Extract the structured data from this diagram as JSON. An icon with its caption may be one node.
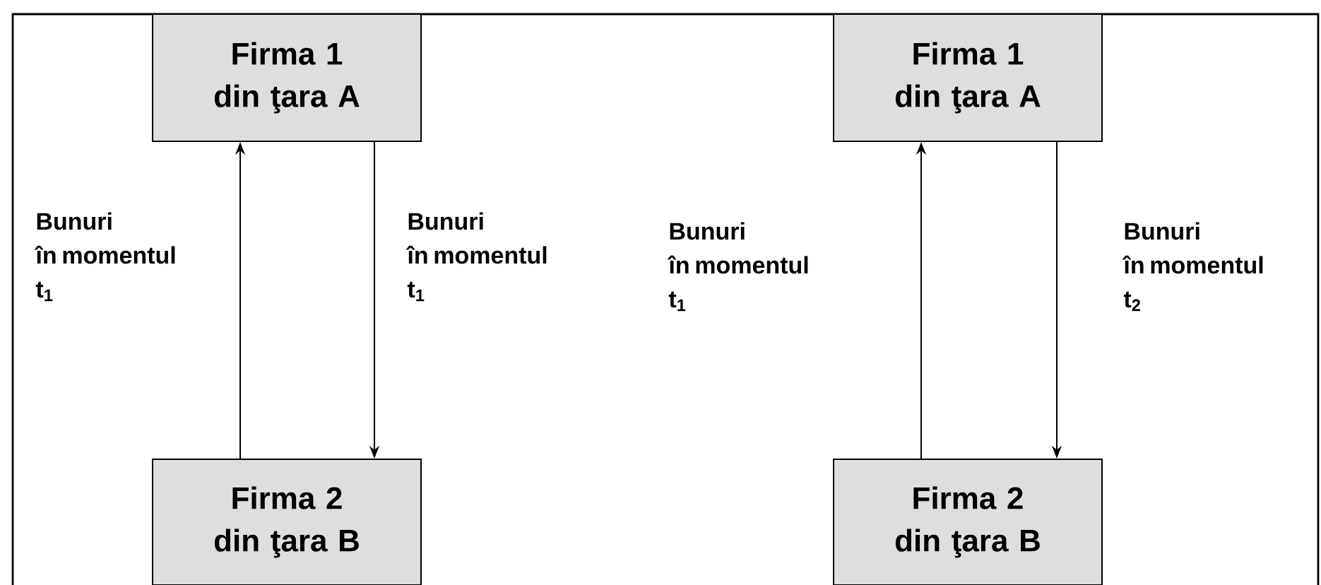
{
  "diagram": {
    "nodes": [
      {
        "text": [
          "Firma 1 din ţara A"
        ]
      },
      {
        "text": [
          "Firma 2 din ţara B"
        ]
      },
      {
        "text": [
          "Firma 1 din ţara A"
        ]
      },
      {
        "text": [
          "Firma 2 din ţara B"
        ]
      }
    ],
    "edges": [
      {
        "from": 1,
        "to": 0,
        "arrow": "to",
        "label": "Bunuri în momentul t$_{1}$"
      },
      {
        "from": 0,
        "to": 1,
        "arrow": "to",
        "label": "Bunuri în momentul t$_{1}$"
      },
      {
        "from": 3,
        "to": 2,
        "arrow": "to",
        "label": "Bunuri în momentul t$_{1}$"
      },
      {
        "from": 2,
        "to": 3,
        "arrow": "to",
        "label": "Bunuri în momentul t$_{2}$"
      }
    ]
  }
}
